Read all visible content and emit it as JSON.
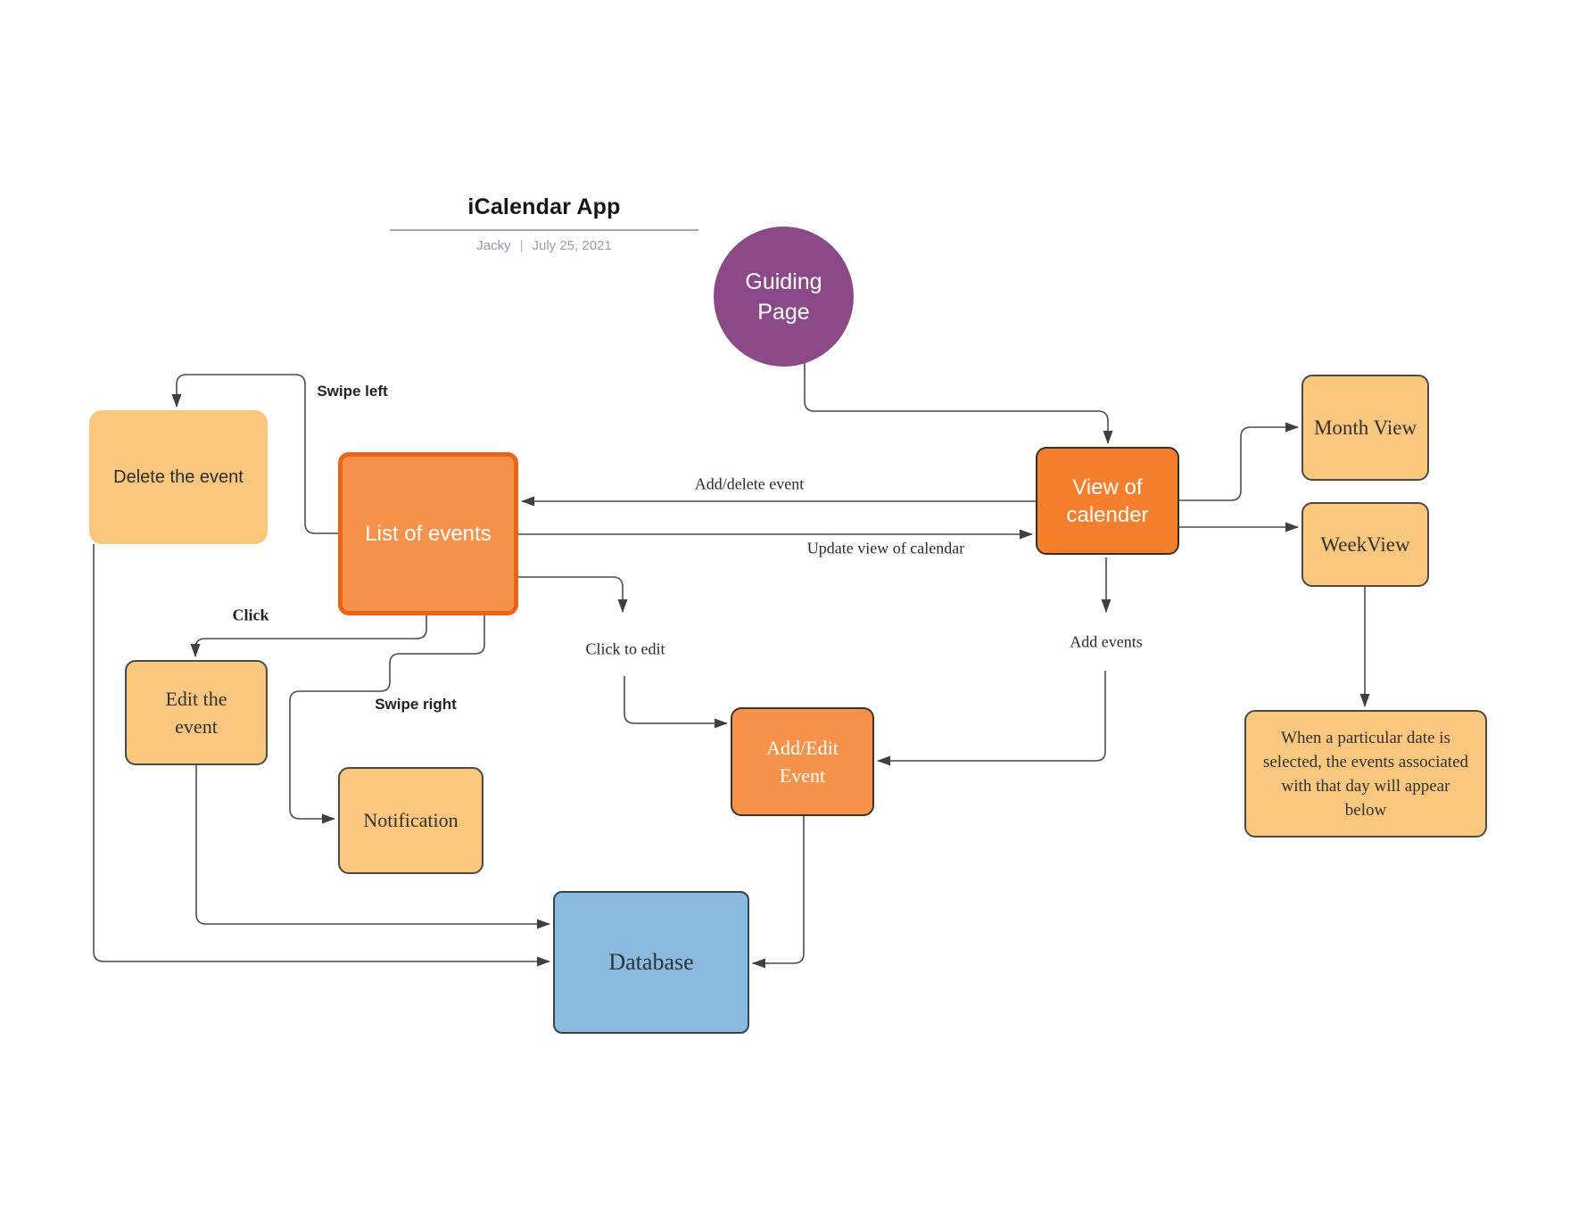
{
  "title": {
    "heading": "iCalendar App",
    "author": "Jacky",
    "separator": "|",
    "date": "July 25, 2021"
  },
  "nodes": {
    "guiding_page": {
      "label": "Guiding Page"
    },
    "delete_event": {
      "label": "Delete the event"
    },
    "list_of_events": {
      "label": "List of events"
    },
    "view_of_calender": {
      "label": "View of calender"
    },
    "month_view": {
      "label": "Month View"
    },
    "week_view": {
      "label": "WeekView"
    },
    "edit_event": {
      "label": "Edit the event"
    },
    "notification": {
      "label": "Notification"
    },
    "add_edit_event": {
      "label": "Add/Edit Event"
    },
    "database": {
      "label": "Database"
    },
    "note": {
      "label": "When a particular date is selected, the events associated with that day will appear below"
    }
  },
  "edge_labels": {
    "swipe_left": "Swipe left",
    "click": "Click",
    "swipe_right": "Swipe right",
    "click_to_edit": "Click to edit",
    "add_events": "Add events",
    "add_delete_event": "Add/delete event",
    "update_view": "Update view of calendar"
  },
  "colors": {
    "purple": "#8b4a87",
    "orange-strong": "#f57f2c",
    "orange-mid": "#f7924a",
    "orange-light": "#f9c87e",
    "border-orange": "#ec6418",
    "blue": "#8abade",
    "line": "#4c4c4c",
    "arrow": "#3f3f3f"
  }
}
